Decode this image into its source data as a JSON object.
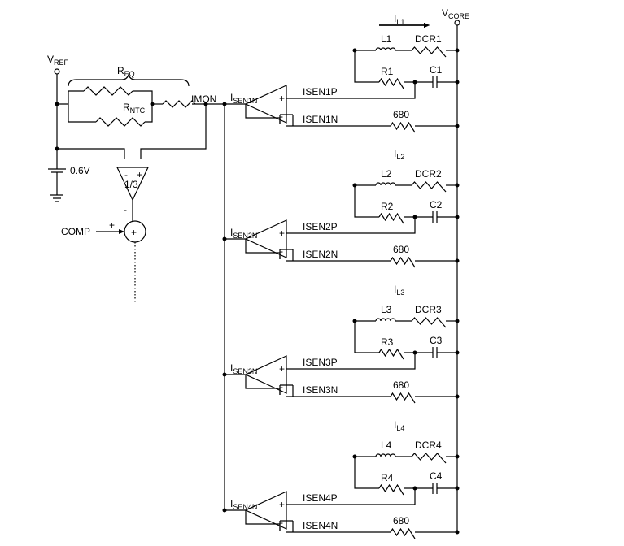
{
  "labels": {
    "vref_main": "V",
    "vref_sub": "REF",
    "vcore_main": "V",
    "vcore_sub": "CORE",
    "req_main": "R",
    "req_sub": "EQ",
    "rntc_main": "R",
    "rntc_sub": "NTC",
    "imon": "IMON",
    "battery": "0.6V",
    "gain": "1/3",
    "comp": "COMP",
    "plus": "+",
    "minus": "-",
    "sum": "+",
    "r_680": "680"
  },
  "channels": [
    {
      "il_main": "I",
      "il_sub": "L1",
      "inductor": "L1",
      "dcr": "DCR1",
      "resistor": "R1",
      "capacitor": "C1",
      "isen_main": "I",
      "isen_sub": "SEN1N",
      "isenp": "ISEN1P",
      "isenn": "ISEN1N",
      "r680": "680"
    },
    {
      "il_main": "I",
      "il_sub": "L2",
      "inductor": "L2",
      "dcr": "DCR2",
      "resistor": "R2",
      "capacitor": "C2",
      "isen_main": "I",
      "isen_sub": "SEN2N",
      "isenp": "ISEN2P",
      "isenn": "ISEN2N",
      "r680": "680"
    },
    {
      "il_main": "I",
      "il_sub": "L3",
      "inductor": "L3",
      "dcr": "DCR3",
      "resistor": "R3",
      "capacitor": "C3",
      "isen_main": "I",
      "isen_sub": "SEN3N",
      "isenp": "ISEN3P",
      "isenn": "ISEN3N",
      "r680": "680"
    },
    {
      "il_main": "I",
      "il_sub": "L4",
      "inductor": "L4",
      "dcr": "DCR4",
      "resistor": "R4",
      "capacitor": "C4",
      "isen_main": "I",
      "isen_sub": "SEN4N",
      "isenp": "ISEN4P",
      "isenn": "ISEN4N",
      "r680": "680"
    }
  ]
}
